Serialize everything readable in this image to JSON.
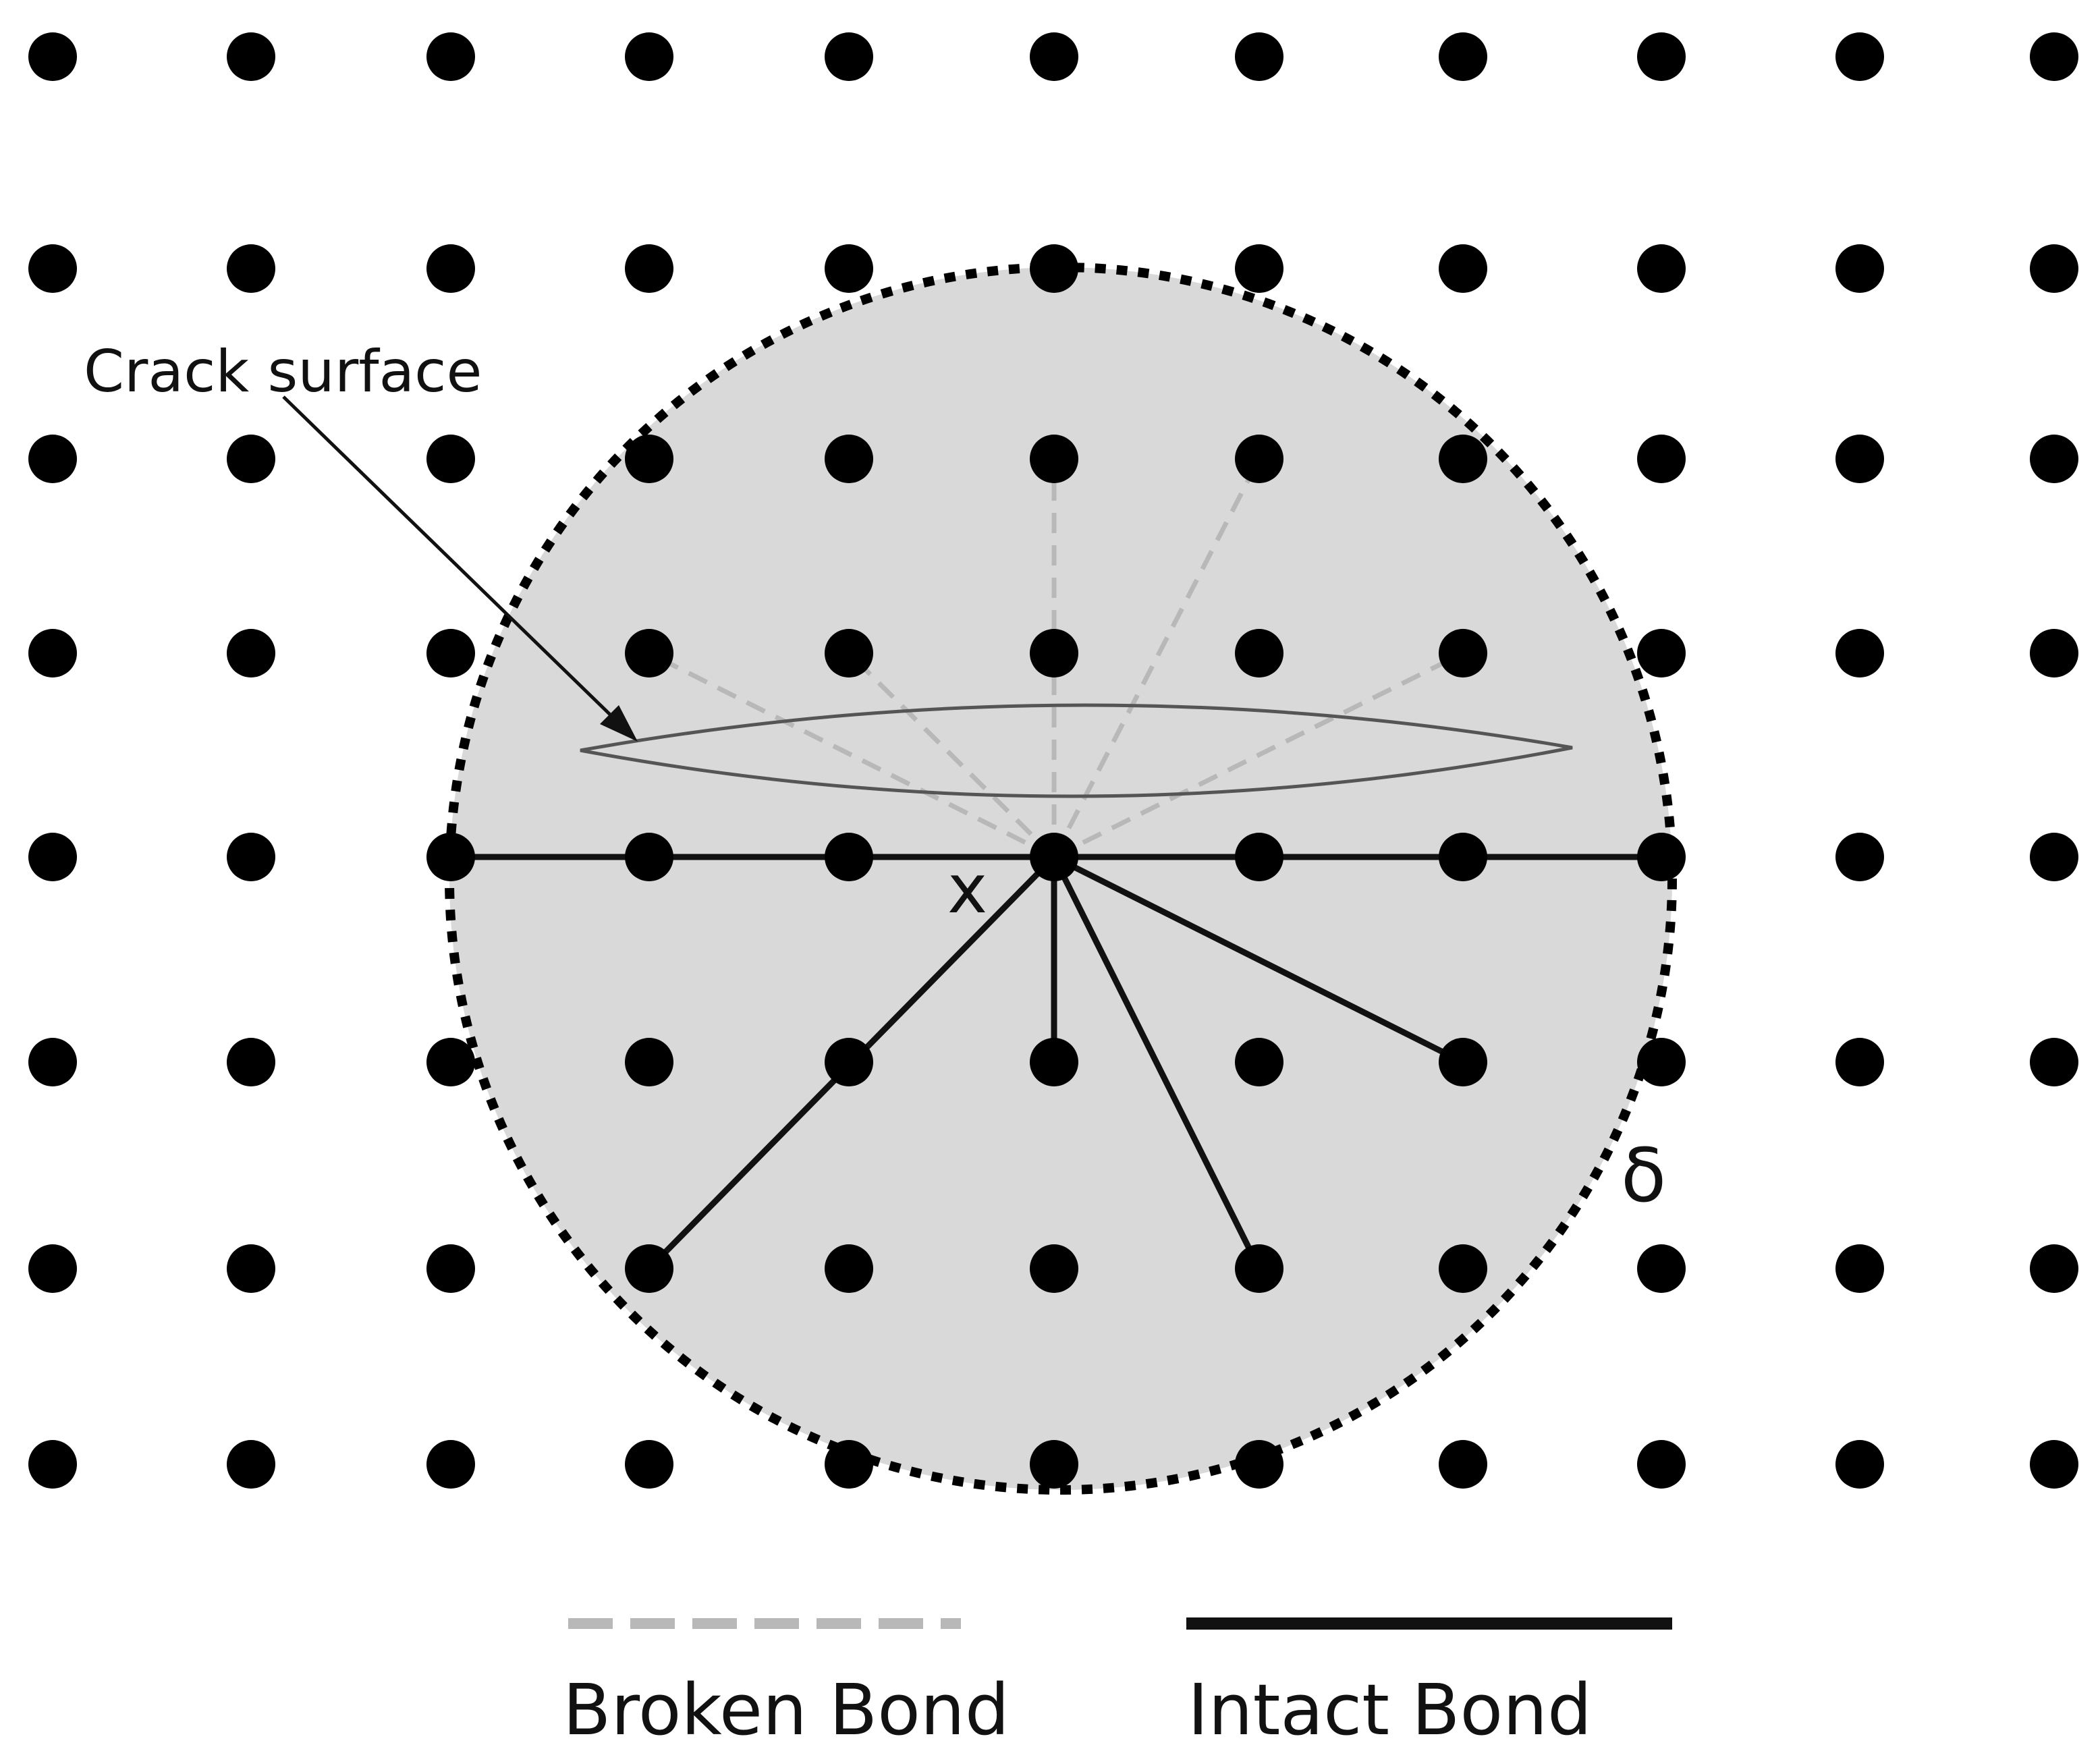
{
  "labels": {
    "crack_surface": "Crack surface",
    "point": "x",
    "horizon": "δ",
    "legend_broken": "Broken Bond",
    "legend_intact": "Intact Bond"
  },
  "lattice": {
    "columns": 11,
    "rows": 8
  },
  "colors": {
    "background": "#ffffff",
    "node": "#000000",
    "horizon_fill": "#d9d9d9",
    "horizon_border": "#000000",
    "broken_bond": "#b8b8b8",
    "intact_bond": "#111111",
    "crack": "#555555",
    "arrow": "#111111"
  },
  "bonds": {
    "broken": [
      [
        5,
        2
      ],
      [
        6,
        2
      ],
      [
        3,
        3
      ],
      [
        4,
        3
      ],
      [
        5,
        3
      ],
      [
        7,
        3
      ]
    ],
    "intact": [
      [
        2,
        4
      ],
      [
        8,
        4
      ],
      [
        5,
        5
      ],
      [
        7,
        5
      ],
      [
        3,
        6
      ],
      [
        6,
        6
      ]
    ]
  }
}
